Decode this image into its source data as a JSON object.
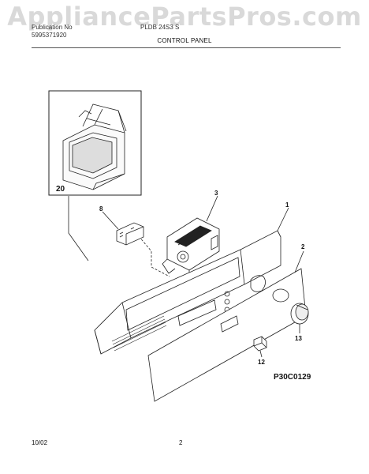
{
  "header": {
    "watermark": "AppliancePartsPros.com",
    "publication_label": "Publication No",
    "publication_number": "5995371920",
    "model": "PLDB 24S3 S",
    "section_title": "CONTROL PANEL"
  },
  "parts": [
    {
      "number": "1"
    },
    {
      "number": "2"
    },
    {
      "number": "3"
    },
    {
      "number": "8"
    },
    {
      "number": "12"
    },
    {
      "number": "13"
    },
    {
      "number": "20"
    }
  ],
  "diagram_code": "P30C0129",
  "footer": {
    "date": "10/02",
    "page": "2"
  }
}
